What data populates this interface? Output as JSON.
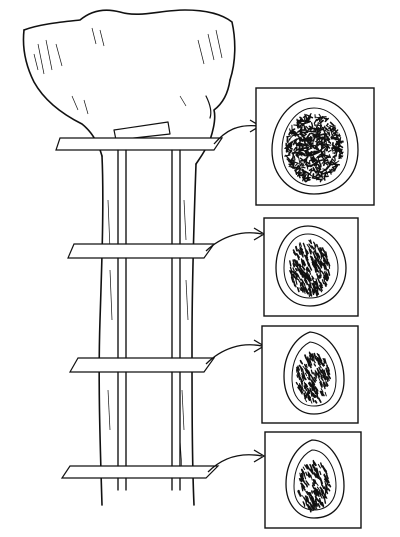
{
  "figure": {
    "description_text": "",
    "sections": [
      {
        "id": "section-1",
        "level": 1,
        "marrow_density": 1.0
      },
      {
        "id": "section-2",
        "level": 2,
        "marrow_density": 0.95
      },
      {
        "id": "section-3",
        "level": 3,
        "marrow_density": 0.85
      },
      {
        "id": "section-4",
        "level": 4,
        "marrow_density": 0.8
      }
    ]
  },
  "colors": {
    "ink": "#111111",
    "background": "#ffffff"
  }
}
